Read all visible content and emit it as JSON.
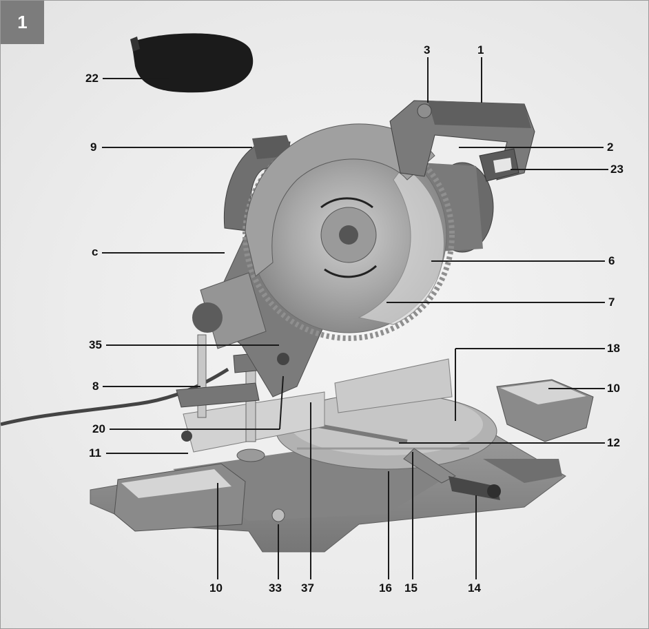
{
  "figure": {
    "number": "1"
  },
  "colors": {
    "body": "#8d8d8d",
    "dark": "#555555",
    "blade": "#a9a9a9",
    "guard": "#bdbdbd",
    "metal": "#c9c9c9",
    "bag": "#1b1b1b"
  },
  "callouts": [
    {
      "id": "c1",
      "label": "1",
      "part": "handle"
    },
    {
      "id": "c2",
      "label": "2",
      "part": "on-off-switch"
    },
    {
      "id": "c3",
      "label": "3",
      "part": "safety-button"
    },
    {
      "id": "c6",
      "label": "6",
      "part": "blade-guard"
    },
    {
      "id": "c7",
      "label": "7",
      "part": "saw-blade"
    },
    {
      "id": "c8",
      "label": "8",
      "part": "clamp"
    },
    {
      "id": "c9",
      "label": "9",
      "part": "carry-handle"
    },
    {
      "id": "c10a",
      "label": "10",
      "part": "extension-right"
    },
    {
      "id": "c10b",
      "label": "10",
      "part": "extension-left"
    },
    {
      "id": "c11",
      "label": "11",
      "part": "lock-screw"
    },
    {
      "id": "c12",
      "label": "12",
      "part": "turntable-insert"
    },
    {
      "id": "c14",
      "label": "14",
      "part": "locking-handle"
    },
    {
      "id": "c15",
      "label": "15",
      "part": "pointer"
    },
    {
      "id": "c16",
      "label": "16",
      "part": "angle-scale"
    },
    {
      "id": "c18",
      "label": "18",
      "part": "turntable"
    },
    {
      "id": "c20",
      "label": "20",
      "part": "bevel-lock"
    },
    {
      "id": "c22",
      "label": "22",
      "part": "dust-bag"
    },
    {
      "id": "c23",
      "label": "23",
      "part": "laser"
    },
    {
      "id": "c33",
      "label": "33",
      "part": "mounting-hole"
    },
    {
      "id": "c35",
      "label": "35",
      "part": "depth-stop"
    },
    {
      "id": "c37",
      "label": "37",
      "part": "fence"
    },
    {
      "id": "cc",
      "label": "c",
      "part": "transport-lock"
    }
  ]
}
